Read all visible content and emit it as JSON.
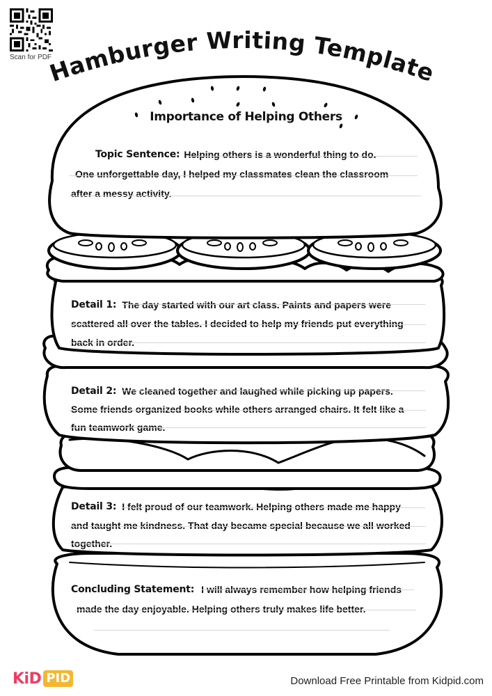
{
  "qr": {
    "caption": "Scan for PDF"
  },
  "worksheet": {
    "title": "Hamburger Writing Template",
    "topic": "Importance of Helping Others",
    "sections": [
      {
        "label": "Topic Sentence:",
        "lines": [
          "Helping others is a wonderful thing to do.",
          "One unforgettable day, I helped my classmates clean the classroom",
          "after a messy activity."
        ]
      },
      {
        "label": "Detail 1:",
        "lines": [
          "The day started with our art class. Paints and papers were",
          "scattered all over the tables. I decided to help my friends put everything",
          "back in order."
        ]
      },
      {
        "label": "Detail 2:",
        "lines": [
          "We cleaned together and laughed while picking up papers.",
          "Some friends organized books while others arranged chairs. It felt like a",
          "fun teamwork game."
        ]
      },
      {
        "label": "Detail 3:",
        "lines": [
          "I felt proud of our teamwork. Helping others made me happy",
          "and taught me kindness. That day became special because we all worked",
          "together."
        ]
      },
      {
        "label": "Concluding Statement:",
        "lines": [
          "I will always remember how helping friends",
          "made the day enjoyable. Helping others truly makes life better.",
          ""
        ]
      }
    ]
  },
  "footer": {
    "logo_left": "KiD",
    "logo_right": "PID",
    "logo_colors": {
      "kid": "#ec3e63",
      "pid": "#f3b731"
    },
    "download_text": "Download Free Printable from Kidpid.com"
  }
}
